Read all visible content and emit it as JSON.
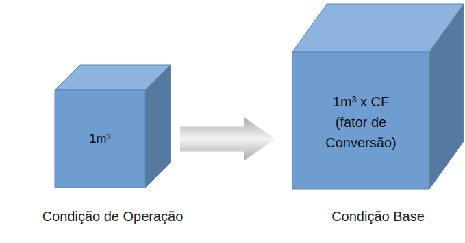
{
  "diagram": {
    "nodes": [
      {
        "text": [
          "1m³",
          "Condição de Operação"
        ]
      },
      {
        "text": [
          "1m³ x CF (fator de Conversão)",
          "Condição Base"
        ]
      }
    ],
    "edges": [
      {
        "from": 0,
        "to": 1,
        "arrow": "to"
      }
    ]
  }
}
